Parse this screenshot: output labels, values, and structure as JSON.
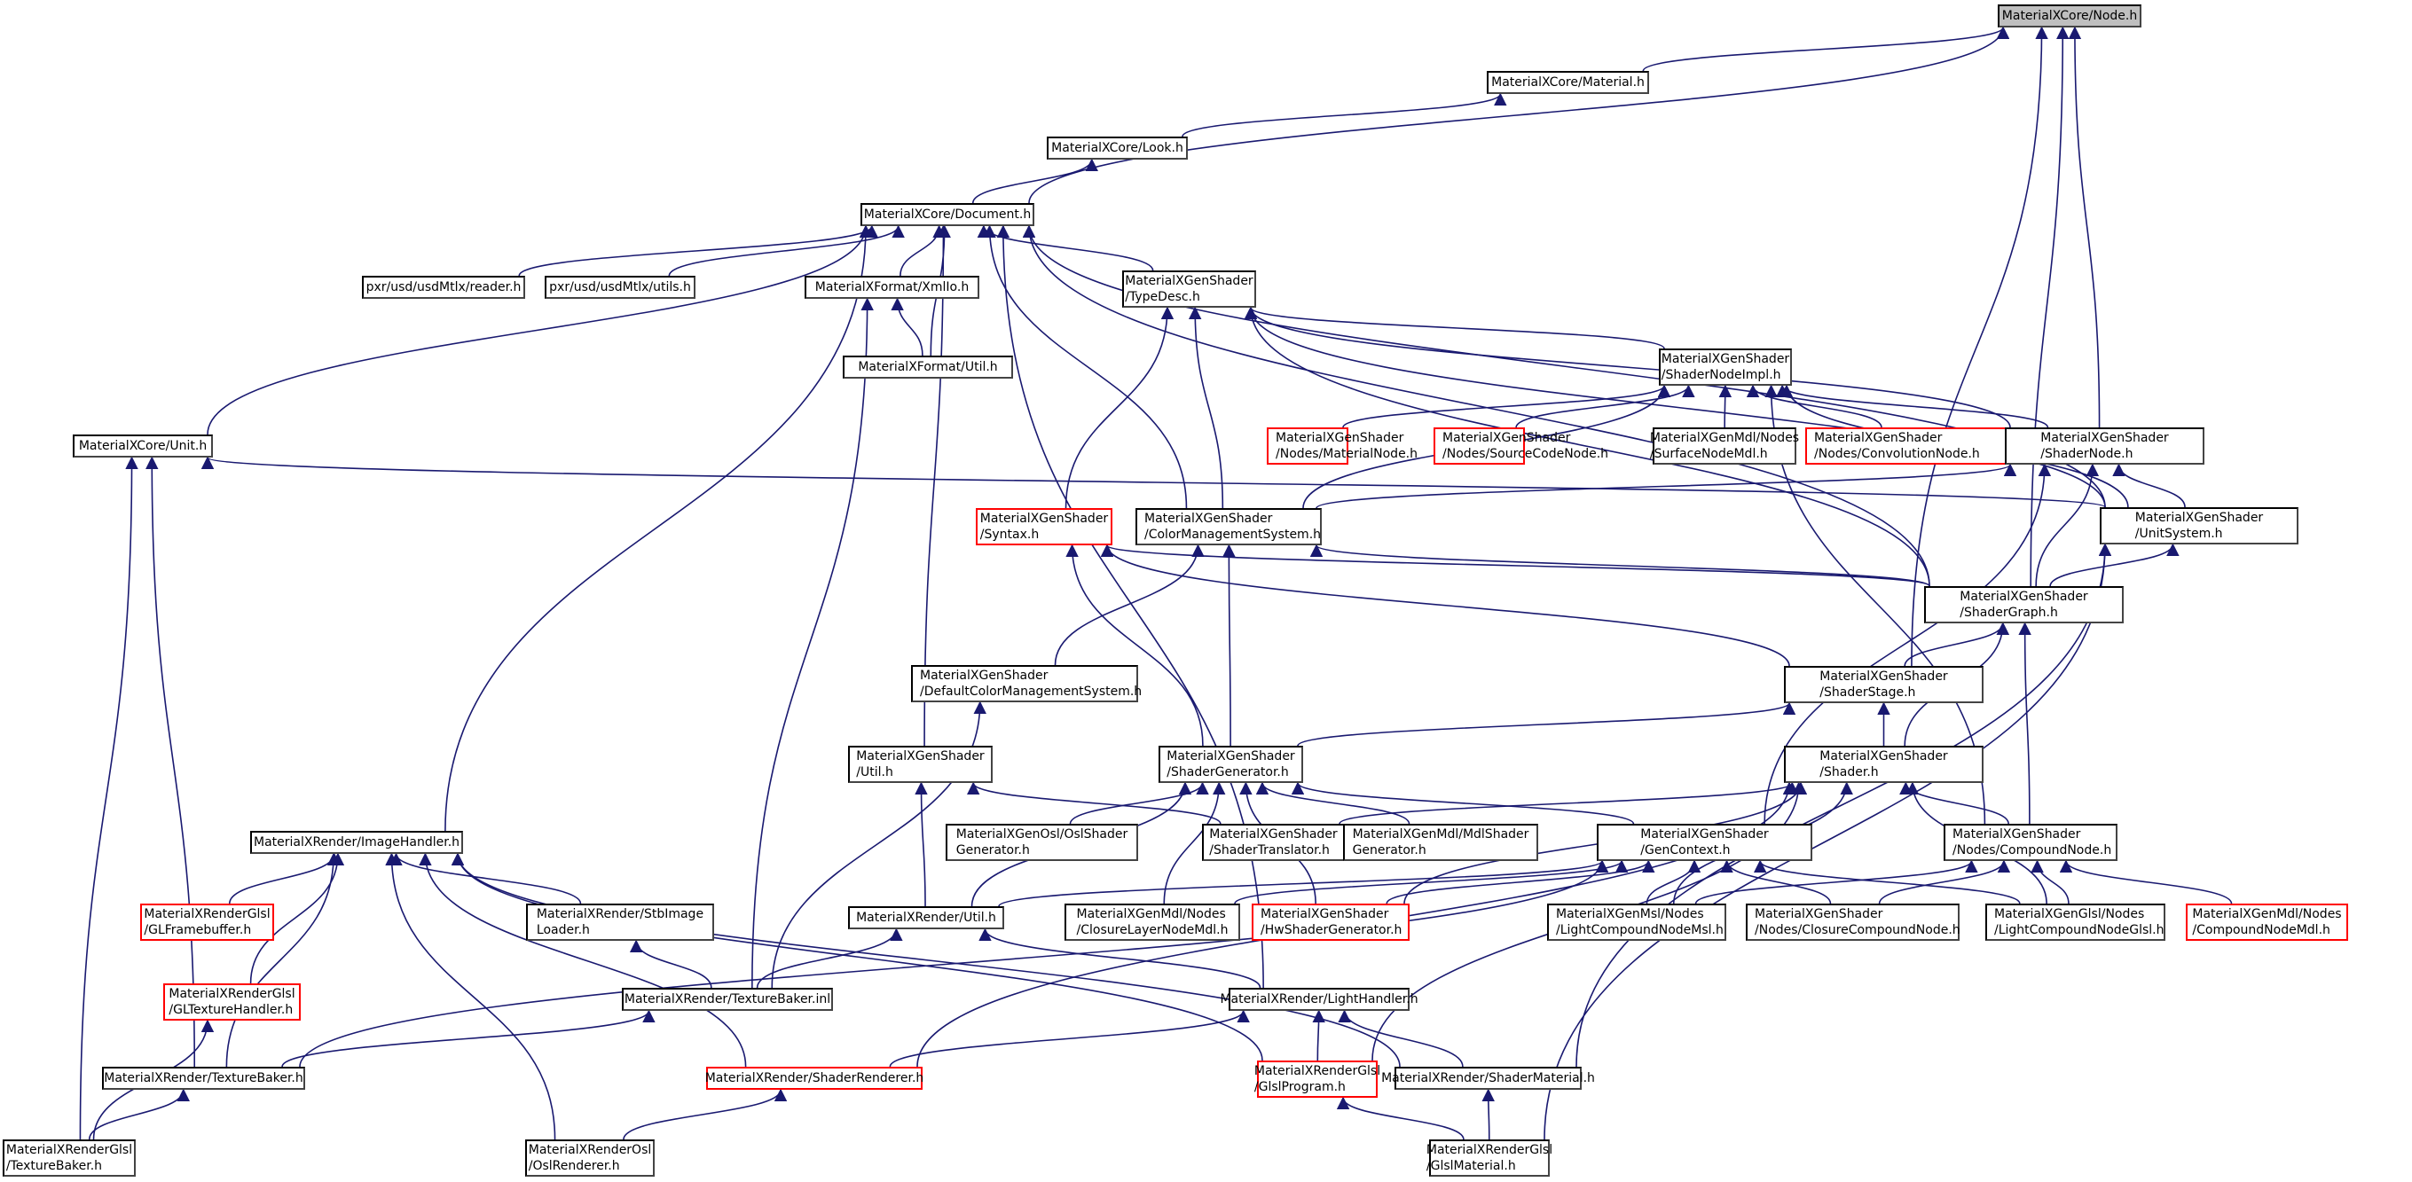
{
  "diagram": {
    "type": "include-dependency-graph",
    "edge_color": "#191970",
    "incomplete_border_color": "#ff0000",
    "root_fill": "#bfbfbf",
    "nodes": [
      {
        "id": "node_h",
        "label": "MaterialXCore/Node.h",
        "root": true,
        "incomplete": false
      },
      {
        "id": "material_h",
        "label": "MaterialXCore/Material.h",
        "incomplete": false
      },
      {
        "id": "look_h",
        "label": "MaterialXCore/Look.h",
        "incomplete": false
      },
      {
        "id": "document_h",
        "label": "MaterialXCore/Document.h",
        "incomplete": false
      },
      {
        "id": "reader_h",
        "label": "pxr/usd/usdMtlx/reader.h",
        "incomplete": false
      },
      {
        "id": "utils_h",
        "label": "pxr/usd/usdMtlx/utils.h",
        "incomplete": false
      },
      {
        "id": "xmlio_h",
        "label": "MaterialXFormat/XmlIo.h",
        "incomplete": false
      },
      {
        "id": "fmtutil_h",
        "label": "MaterialXFormat/Util.h",
        "incomplete": false
      },
      {
        "id": "typedesc_h",
        "label": "MaterialXGenShader\n/TypeDesc.h",
        "incomplete": false
      },
      {
        "id": "shadernodeimpl_h",
        "label": "MaterialXGenShader\n/ShaderNodeImpl.h",
        "incomplete": false
      },
      {
        "id": "materialnode_h",
        "label": "MaterialXGenShader\n/Nodes/MaterialNode.h",
        "incomplete": true
      },
      {
        "id": "sourcecodenode_h",
        "label": "MaterialXGenShader\n/Nodes/SourceCodeNode.h",
        "incomplete": true
      },
      {
        "id": "surfacenodemdl_h",
        "label": "MaterialXGenMdl/Nodes\n/SurfaceNodeMdl.h",
        "incomplete": false
      },
      {
        "id": "convolutionnode_h",
        "label": "MaterialXGenShader\n/Nodes/ConvolutionNode.h",
        "incomplete": true
      },
      {
        "id": "shadernode_h",
        "label": "MaterialXGenShader\n/ShaderNode.h",
        "incomplete": false
      },
      {
        "id": "unit_h",
        "label": "MaterialXCore/Unit.h",
        "incomplete": false
      },
      {
        "id": "syntax_h",
        "label": "MaterialXGenShader\n/Syntax.h",
        "incomplete": true
      },
      {
        "id": "cms_h",
        "label": "MaterialXGenShader\n/ColorManagementSystem.h",
        "incomplete": false
      },
      {
        "id": "unitsystem_h",
        "label": "MaterialXGenShader\n/UnitSystem.h",
        "incomplete": false
      },
      {
        "id": "shadergraph_h",
        "label": "MaterialXGenShader\n/ShaderGraph.h",
        "incomplete": false
      },
      {
        "id": "defaultcms_h",
        "label": "MaterialXGenShader\n/DefaultColorManagementSystem.h",
        "incomplete": false
      },
      {
        "id": "shaderstage_h",
        "label": "MaterialXGenShader\n/ShaderStage.h",
        "incomplete": false
      },
      {
        "id": "genutil_h",
        "label": "MaterialXGenShader\n/Util.h",
        "incomplete": false
      },
      {
        "id": "shadergenerator_h",
        "label": "MaterialXGenShader\n/ShaderGenerator.h",
        "incomplete": false
      },
      {
        "id": "shader_h",
        "label": "MaterialXGenShader\n/Shader.h",
        "incomplete": false
      },
      {
        "id": "imagehandler_h",
        "label": "MaterialXRender/ImageHandler.h",
        "incomplete": false
      },
      {
        "id": "oslshadergen_h",
        "label": "MaterialXGenOsl/OslShader\nGenerator.h",
        "incomplete": false
      },
      {
        "id": "shadertranslator_h",
        "label": "MaterialXGenShader\n/ShaderTranslator.h",
        "incomplete": false
      },
      {
        "id": "mdlshadergen_h",
        "label": "MaterialXGenMdl/MdlShader\nGenerator.h",
        "incomplete": false
      },
      {
        "id": "gencontext_h",
        "label": "MaterialXGenShader\n/GenContext.h",
        "incomplete": false
      },
      {
        "id": "compoundnode_h",
        "label": "MaterialXGenShader\n/Nodes/CompoundNode.h",
        "incomplete": false
      },
      {
        "id": "glframebuffer_h",
        "label": "MaterialXRenderGlsl\n/GLFramebuffer.h",
        "incomplete": true
      },
      {
        "id": "stbimageloader_h",
        "label": "MaterialXRender/StbImage\nLoader.h",
        "incomplete": false
      },
      {
        "id": "renderutil_h",
        "label": "MaterialXRender/Util.h",
        "incomplete": false
      },
      {
        "id": "closurelayernodemdl_h",
        "label": "MaterialXGenMdl/Nodes\n/ClosureLayerNodeMdl.h",
        "incomplete": false
      },
      {
        "id": "hwshadergen_h",
        "label": "MaterialXGenShader\n/HwShaderGenerator.h",
        "incomplete": true
      },
      {
        "id": "lightcompoundmsl_h",
        "label": "MaterialXGenMsl/Nodes\n/LightCompoundNodeMsl.h",
        "incomplete": false
      },
      {
        "id": "closurecompound_h",
        "label": "MaterialXGenShader\n/Nodes/ClosureCompoundNode.h",
        "incomplete": false
      },
      {
        "id": "lightcompoundglsl_h",
        "label": "MaterialXGenGlsl/Nodes\n/LightCompoundNodeGlsl.h",
        "incomplete": false
      },
      {
        "id": "compoundnodemdl_h",
        "label": "MaterialXGenMdl/Nodes\n/CompoundNodeMdl.h",
        "incomplete": true
      },
      {
        "id": "gltexturehandler_h",
        "label": "MaterialXRenderGlsl\n/GLTextureHandler.h",
        "incomplete": true
      },
      {
        "id": "texturebaker_inl",
        "label": "MaterialXRender/TextureBaker.inl",
        "incomplete": false
      },
      {
        "id": "lighthandler_h",
        "label": "MaterialXRender/LightHandler.h",
        "incomplete": false
      },
      {
        "id": "texturebaker_h",
        "label": "MaterialXRender/TextureBaker.h",
        "incomplete": false
      },
      {
        "id": "shaderrenderer_h",
        "label": "MaterialXRender/ShaderRenderer.h",
        "incomplete": true
      },
      {
        "id": "glslprogram_h",
        "label": "MaterialXRenderGlsl\n/GlslProgram.h",
        "incomplete": true
      },
      {
        "id": "shadermaterial_h",
        "label": "MaterialXRender/ShaderMaterial.h",
        "incomplete": false
      },
      {
        "id": "glsltexturebaker_h",
        "label": "MaterialXRenderGlsl\n/TextureBaker.h",
        "incomplete": false
      },
      {
        "id": "oslrenderer_h",
        "label": "MaterialXRenderOsl\n/OslRenderer.h",
        "incomplete": false
      },
      {
        "id": "glslmaterial_h",
        "label": "MaterialXRenderGlsl\n/GlslMaterial.h",
        "incomplete": false
      }
    ],
    "edges": [
      [
        "material_h",
        "node_h"
      ],
      [
        "document_h",
        "node_h"
      ],
      [
        "shadernode_h",
        "node_h"
      ],
      [
        "shaderstage_h",
        "node_h"
      ],
      [
        "shadergraph_h",
        "node_h"
      ],
      [
        "look_h",
        "material_h"
      ],
      [
        "document_h",
        "look_h"
      ],
      [
        "reader_h",
        "document_h"
      ],
      [
        "utils_h",
        "document_h"
      ],
      [
        "xmlio_h",
        "document_h"
      ],
      [
        "fmtutil_h",
        "document_h"
      ],
      [
        "typedesc_h",
        "document_h"
      ],
      [
        "unit_h",
        "document_h"
      ],
      [
        "imagehandler_h",
        "document_h"
      ],
      [
        "genutil_h",
        "document_h"
      ],
      [
        "lighthandler_h",
        "document_h"
      ],
      [
        "cms_h",
        "document_h"
      ],
      [
        "unitsystem_h",
        "document_h"
      ],
      [
        "shadergraph_h",
        "document_h"
      ],
      [
        "fmtutil_h",
        "xmlio_h"
      ],
      [
        "texturebaker_inl",
        "xmlio_h"
      ],
      [
        "shadernodeimpl_h",
        "typedesc_h"
      ],
      [
        "syntax_h",
        "typedesc_h"
      ],
      [
        "cms_h",
        "typedesc_h"
      ],
      [
        "shadergraph_h",
        "typedesc_h"
      ],
      [
        "shadernode_h",
        "typedesc_h"
      ],
      [
        "unitsystem_h",
        "typedesc_h"
      ],
      [
        "materialnode_h",
        "shadernodeimpl_h"
      ],
      [
        "sourcecodenode_h",
        "shadernodeimpl_h"
      ],
      [
        "surfacenodemdl_h",
        "shadernodeimpl_h"
      ],
      [
        "convolutionnode_h",
        "shadernodeimpl_h"
      ],
      [
        "shadernode_h",
        "shadernodeimpl_h"
      ],
      [
        "cms_h",
        "shadernodeimpl_h"
      ],
      [
        "unitsystem_h",
        "shadernodeimpl_h"
      ],
      [
        "compoundnode_h",
        "shadernodeimpl_h"
      ],
      [
        "unitsystem_h",
        "unit_h"
      ],
      [
        "texturebaker_h",
        "unit_h"
      ],
      [
        "glsltexturebaker_h",
        "unit_h"
      ],
      [
        "cms_h",
        "shadernode_h"
      ],
      [
        "unitsystem_h",
        "shadernode_h"
      ],
      [
        "shadergraph_h",
        "shadernode_h"
      ],
      [
        "gencontext_h",
        "shadernode_h"
      ],
      [
        "shaderstage_h",
        "syntax_h"
      ],
      [
        "shadergenerator_h",
        "syntax_h"
      ],
      [
        "shadergraph_h",
        "syntax_h"
      ],
      [
        "defaultcms_h",
        "cms_h"
      ],
      [
        "shadergenerator_h",
        "cms_h"
      ],
      [
        "shadergraph_h",
        "cms_h"
      ],
      [
        "shadergraph_h",
        "unitsystem_h"
      ],
      [
        "glslmaterial_h",
        "unitsystem_h"
      ],
      [
        "shadermaterial_h",
        "unitsystem_h"
      ],
      [
        "shaderstage_h",
        "shadergraph_h"
      ],
      [
        "shader_h",
        "shadergraph_h"
      ],
      [
        "compoundnode_h",
        "shadergraph_h"
      ],
      [
        "shadergenerator_h",
        "shaderstage_h"
      ],
      [
        "shader_h",
        "shaderstage_h"
      ],
      [
        "texturebaker_inl",
        "defaultcms_h"
      ],
      [
        "renderutil_h",
        "genutil_h"
      ],
      [
        "shadertranslator_h",
        "genutil_h"
      ],
      [
        "oslshadergen_h",
        "shadergenerator_h"
      ],
      [
        "mdlshadergen_h",
        "shadergenerator_h"
      ],
      [
        "gencontext_h",
        "shadergenerator_h"
      ],
      [
        "closurelayernodemdl_h",
        "shadergenerator_h"
      ],
      [
        "hwshadergen_h",
        "shadergenerator_h"
      ],
      [
        "renderutil_h",
        "shadergenerator_h"
      ],
      [
        "shadertranslator_h",
        "shader_h"
      ],
      [
        "compoundnode_h",
        "shader_h"
      ],
      [
        "lightcompoundglsl_h",
        "shader_h"
      ],
      [
        "hwshadergen_h",
        "shader_h"
      ],
      [
        "glslprogram_h",
        "shader_h"
      ],
      [
        "lightcompoundmsl_h",
        "shader_h"
      ],
      [
        "shaderrenderer_h",
        "shader_h"
      ],
      [
        "renderutil_h",
        "gencontext_h"
      ],
      [
        "closurelayernodemdl_h",
        "gencontext_h"
      ],
      [
        "hwshadergen_h",
        "gencontext_h"
      ],
      [
        "lightcompoundmsl_h",
        "gencontext_h"
      ],
      [
        "closurecompound_h",
        "gencontext_h"
      ],
      [
        "lightcompoundglsl_h",
        "gencontext_h"
      ],
      [
        "texturebaker_h",
        "gencontext_h"
      ],
      [
        "lightcompoundmsl_h",
        "compoundnode_h"
      ],
      [
        "closurecompound_h",
        "compoundnode_h"
      ],
      [
        "lightcompoundglsl_h",
        "compoundnode_h"
      ],
      [
        "compoundnodemdl_h",
        "compoundnode_h"
      ],
      [
        "glframebuffer_h",
        "imagehandler_h"
      ],
      [
        "stbimageloader_h",
        "imagehandler_h"
      ],
      [
        "gltexturehandler_h",
        "imagehandler_h"
      ],
      [
        "texturebaker_h",
        "imagehandler_h"
      ],
      [
        "shaderrenderer_h",
        "imagehandler_h"
      ],
      [
        "glslprogram_h",
        "imagehandler_h"
      ],
      [
        "oslrenderer_h",
        "imagehandler_h"
      ],
      [
        "shadermaterial_h",
        "imagehandler_h"
      ],
      [
        "texturebaker_inl",
        "stbimageloader_h"
      ],
      [
        "texturebaker_inl",
        "renderutil_h"
      ],
      [
        "lighthandler_h",
        "renderutil_h"
      ],
      [
        "glsltexturebaker_h",
        "gltexturehandler_h"
      ],
      [
        "texturebaker_h",
        "texturebaker_inl"
      ],
      [
        "glslprogram_h",
        "lighthandler_h"
      ],
      [
        "shadermaterial_h",
        "lighthandler_h"
      ],
      [
        "shaderrenderer_h",
        "lighthandler_h"
      ],
      [
        "glsltexturebaker_h",
        "texturebaker_h"
      ],
      [
        "oslrenderer_h",
        "shaderrenderer_h"
      ],
      [
        "glslmaterial_h",
        "glslprogram_h"
      ],
      [
        "glslmaterial_h",
        "shadermaterial_h"
      ]
    ]
  }
}
